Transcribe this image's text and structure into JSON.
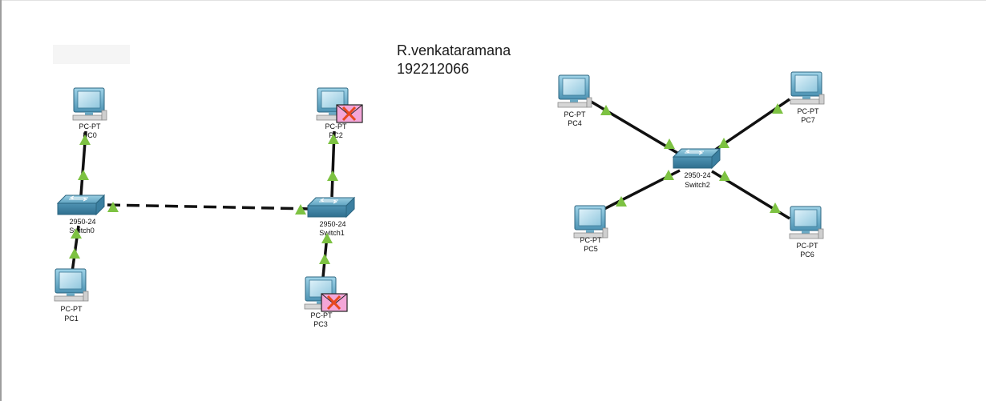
{
  "author": {
    "name": "R.venkataramana",
    "id": "192212066"
  },
  "devices": {
    "pc0": {
      "model": "PC-PT",
      "name": "PC0"
    },
    "pc1": {
      "model": "PC-PT",
      "name": "PC1"
    },
    "pc2": {
      "model": "PC-PT",
      "name": "PC2"
    },
    "pc3": {
      "model": "PC-PT",
      "name": "PC3"
    },
    "pc4": {
      "model": "PC-PT",
      "name": "PC4"
    },
    "pc5": {
      "model": "PC-PT",
      "name": "PC5"
    },
    "pc6": {
      "model": "PC-PT",
      "name": "PC6"
    },
    "pc7": {
      "model": "PC-PT",
      "name": "PC7"
    },
    "switch0": {
      "model": "2950-24",
      "name": "Switch0"
    },
    "switch1": {
      "model": "2950-24",
      "name": "Switch1"
    },
    "switch2": {
      "model": "2950-24",
      "name": "Switch2"
    }
  },
  "colors": {
    "link": "#111111",
    "port_up": "#7dc242",
    "pdu_fail_bg": "#f3a6d8",
    "pdu_fail_x": "#e8481f",
    "device": "#4a8fb0"
  }
}
